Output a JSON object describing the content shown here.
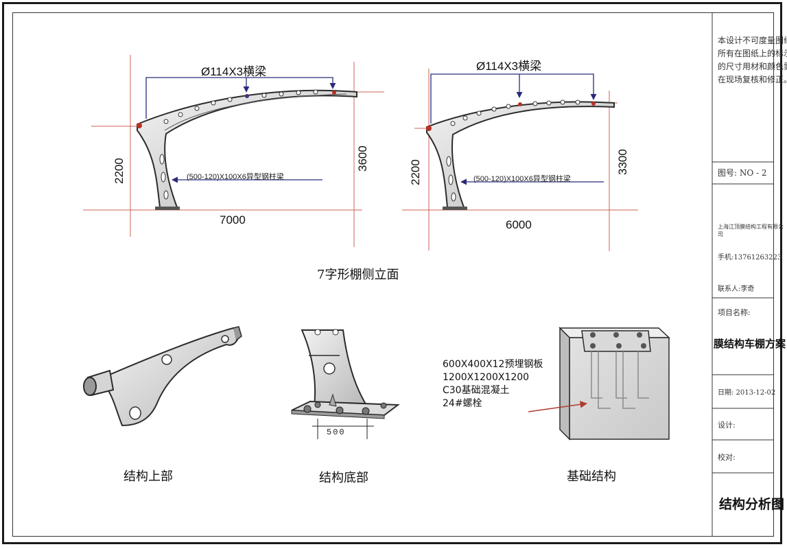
{
  "notes": {
    "line1": "本设计不可度量图纸。",
    "line2": "所有在图纸上的标示",
    "line3": "的尺寸用材和颜色需",
    "line4": "在现场复核和修正。"
  },
  "title_block": {
    "drawing_no": "图号: NO - 2",
    "company": "上海江顶膜结构工程有限公司",
    "phone": "手机:13761263223",
    "contact": "联系人:李奇",
    "project_name_label": "项目名称:",
    "project_name": "膜结构车棚方案",
    "date": "日期: 2013-12-02",
    "design": "设计:",
    "check": "校对:",
    "drawing_title": "结构分析图"
  },
  "elevation_left": {
    "beam_label": "Ø114X3横梁",
    "column_label": "(500-120)X100X6异型钢柱梁",
    "height_left": "2200",
    "height_right": "3600",
    "span": "7000"
  },
  "elevation_right": {
    "beam_label": "Ø114X3横梁",
    "column_label": "(500-120)X100X6异型钢柱梁",
    "height_left": "2200",
    "height_right": "3300",
    "span": "6000"
  },
  "elevation_caption": "7字形棚侧立面",
  "details": {
    "top_caption": "结构上部",
    "base_caption": "结构底部",
    "base_dim": "500",
    "foundation_caption": "基础结构",
    "foundation_lines": [
      "600X400X12预埋钢板",
      "1200X1200X1200",
      "C30基础混凝土",
      "24#螺栓"
    ]
  }
}
